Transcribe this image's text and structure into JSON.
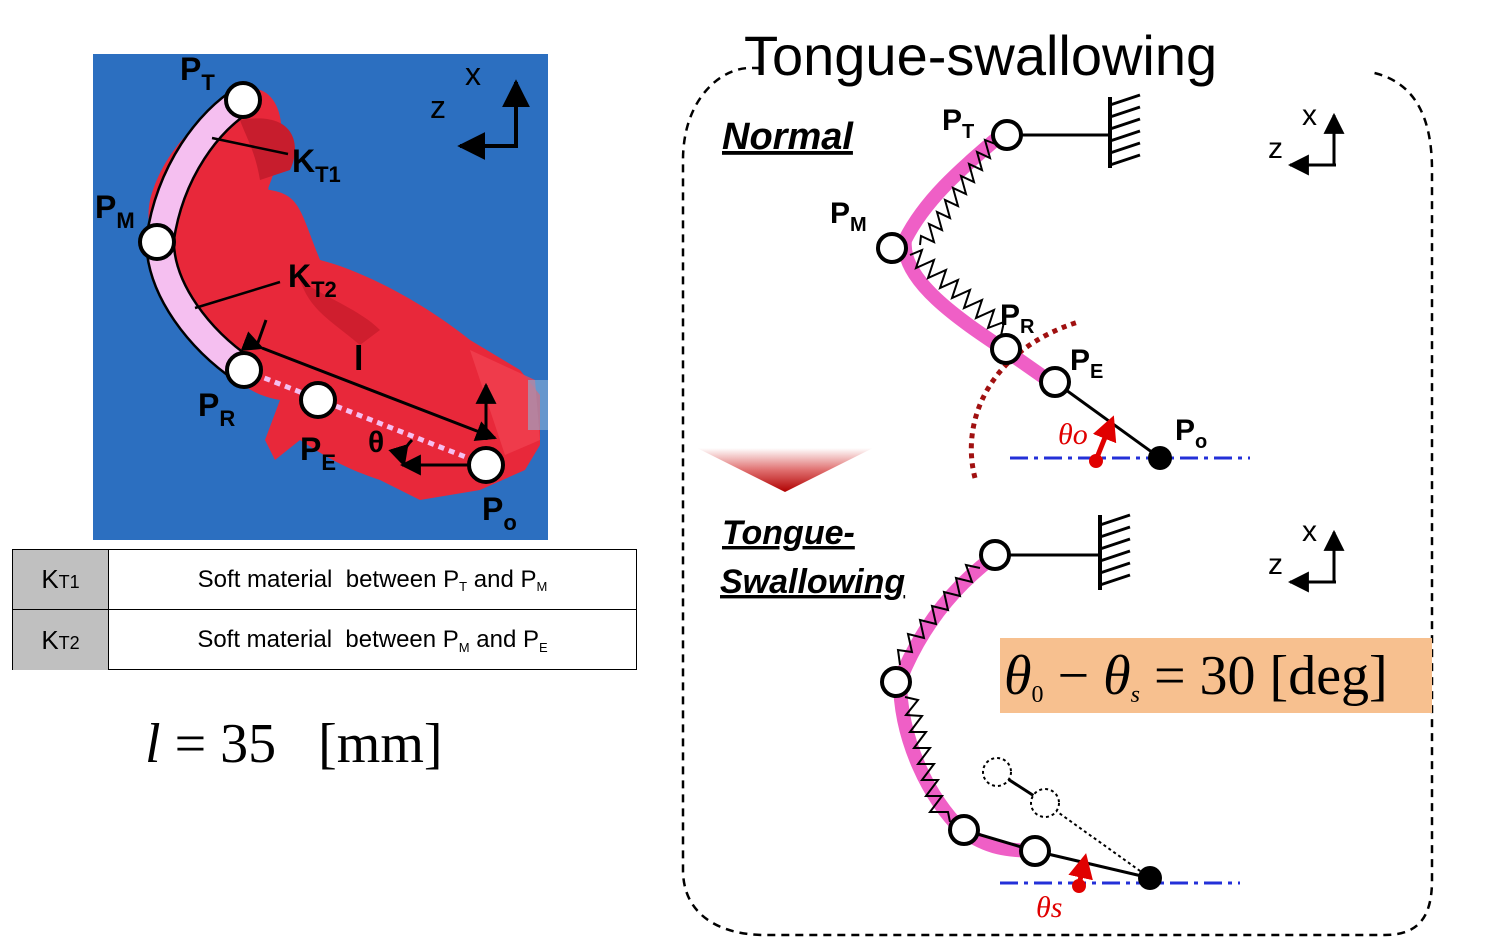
{
  "title": "Tongue-swallowing",
  "photo_labels": {
    "pt": {
      "base": "P",
      "sub": "T"
    },
    "pm": {
      "base": "P",
      "sub": "M"
    },
    "pr": {
      "base": "P",
      "sub": "R"
    },
    "pe": {
      "base": "P",
      "sub": "E"
    },
    "po": {
      "base": "P",
      "sub": "o"
    },
    "kt1": {
      "base": "K",
      "sub": "T1"
    },
    "kt2": {
      "base": "K",
      "sub": "T2"
    },
    "l": "l",
    "theta": "θ",
    "axis_x": "x",
    "axis_z": "z"
  },
  "table": {
    "rows": [
      {
        "key_base": "K",
        "key_sub": "T1",
        "text_pre": "Soft material  between P",
        "s1": "T",
        "mid": " and P",
        "s2": "M"
      },
      {
        "key_base": "K",
        "key_sub": "T2",
        "text_pre": "Soft material  between P",
        "s1": "M",
        "mid": " and P",
        "s2": "E"
      }
    ]
  },
  "equation_l": {
    "var": "l",
    "rest": " = 35   [mm]"
  },
  "normal": {
    "heading": "Normal",
    "pt": {
      "base": "P",
      "sub": "T"
    },
    "pm": {
      "base": "P",
      "sub": "M"
    },
    "pr": {
      "base": "P",
      "sub": "R"
    },
    "pe": {
      "base": "P",
      "sub": "E"
    },
    "po": {
      "base": "P",
      "sub": "o"
    },
    "theta": "θo",
    "axis_x": "x",
    "axis_z": "z"
  },
  "swallow": {
    "heading_line1": "Tongue-",
    "heading_line2": "Swallowing",
    "theta": "θs",
    "axis_x": "x",
    "axis_z": "z"
  },
  "equation_theta": {
    "t1": "θ",
    "s1": "0",
    "op": " − ",
    "t2": "θ",
    "s2": "s",
    "rest": " = 30 [deg]"
  },
  "colors": {
    "photo_bg": "#2c6fc0",
    "tongue_red": "#e8283a",
    "pink_band": "#ef5fc6",
    "dashed_blue": "#2330d8",
    "arc_dark_red": "#a01010",
    "eq_bg": "#f7c08f"
  }
}
